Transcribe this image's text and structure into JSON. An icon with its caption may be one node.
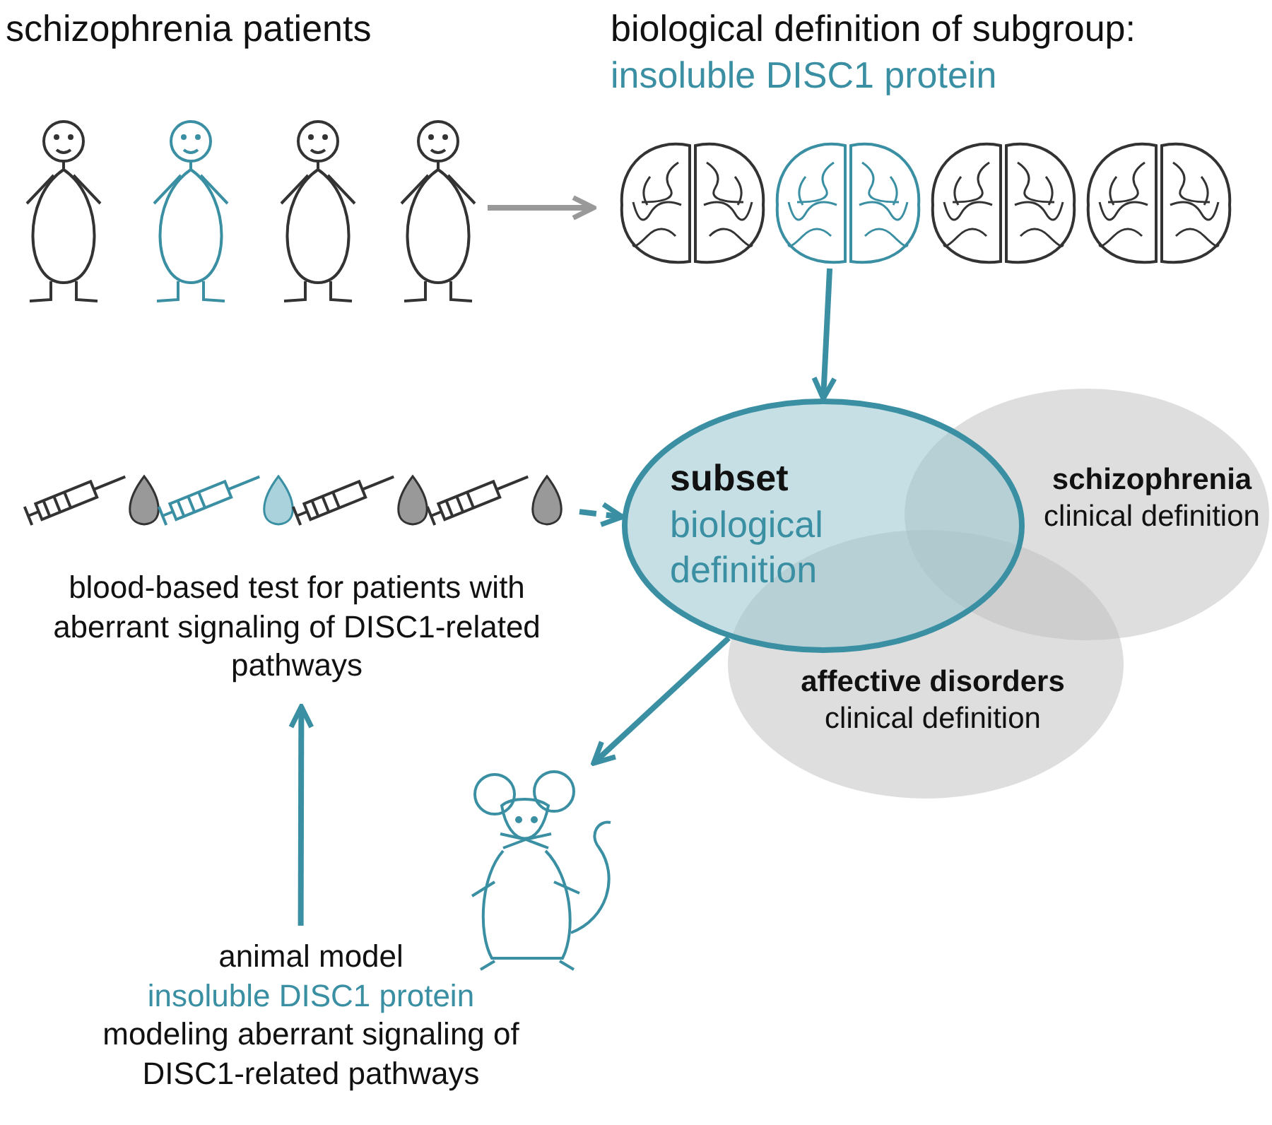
{
  "diagram": {
    "nodes": [
      {
        "text": [
          "schizophrenia patients"
        ]
      },
      {
        "text": [
          "biological definition of subgroup:",
          "insoluble DISC1 protein"
        ]
      },
      {
        "text": [
          "subset",
          "biological definition"
        ]
      },
      {
        "text": [
          "schizophrenia",
          "clinical definition"
        ]
      },
      {
        "text": [
          "affective disorders",
          "clinical definition"
        ]
      },
      {
        "text": [
          "blood-based test for patients with aberrant signaling of DISC1-related pathways"
        ]
      },
      {
        "text": [],
        "shape": "picture"
      },
      {
        "text": [
          "animal model",
          "insoluble DISC1 protein",
          "modeling aberrant signaling of DISC1-related pathways"
        ]
      }
    ],
    "edges": [
      {
        "from": 0,
        "to": 1,
        "arrow": "to",
        "color": "#999999"
      },
      {
        "from": 1,
        "to": 2,
        "arrow": "to"
      },
      {
        "from": 5,
        "to": 2,
        "arrow": "to",
        "style": "dashed"
      },
      {
        "from": 2,
        "to": 6,
        "arrow": "to"
      },
      {
        "from": 7,
        "to": 5,
        "arrow": "to"
      }
    ]
  }
}
